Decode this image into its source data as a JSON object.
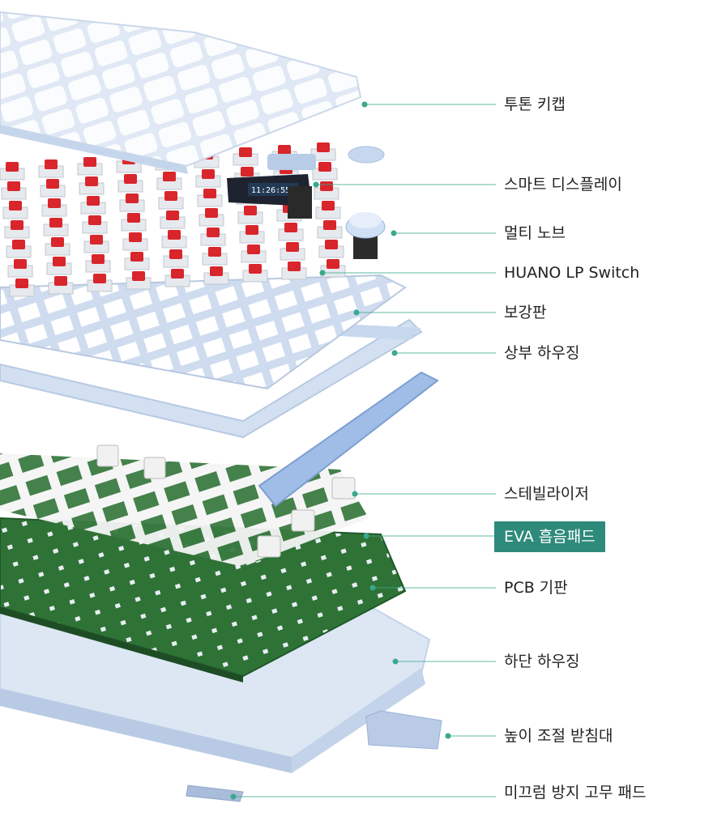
{
  "labels": [
    "투톤 키캡",
    "스마트 디스플레이",
    "멀티 노브",
    "HUANO LP Switch",
    "보강판",
    "상부 하우징",
    "스테빌라이저",
    "EVA 흡음패드",
    "PCB 기판",
    "하단 하우징",
    "높이 조절 받침대",
    "미끄럼 방지 고무 패드"
  ],
  "display": {
    "time": "11:26:55"
  },
  "colors": {
    "leader": "#3aa88c",
    "badge": "#2e8a7a",
    "switch": "#d8262c",
    "pcb": "#2d6e36",
    "housing": "#c9d9ee",
    "keycap_light": "#f3f6fb",
    "keycap_blue": "#cfe0f5"
  }
}
